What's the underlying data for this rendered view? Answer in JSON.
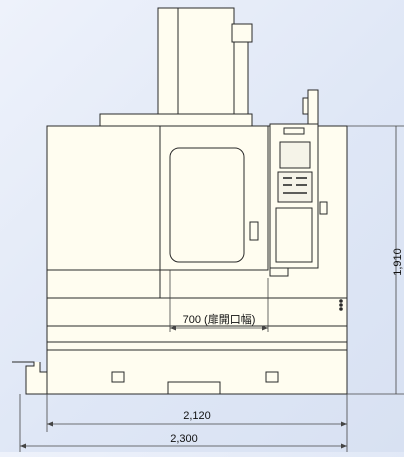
{
  "colors": {
    "background": "#e3e9f7",
    "machine_fill": "#fffdf0",
    "machine_stroke": "#2a2a2a",
    "dimension_line": "#444444"
  },
  "drawing": {
    "name": "machining-center-front-view",
    "control_panel_label": "",
    "dimensions": {
      "door_opening": "700 (扉開口幅)",
      "base_width": "2,120",
      "overall_width": "2,300",
      "height": "1,910"
    }
  }
}
